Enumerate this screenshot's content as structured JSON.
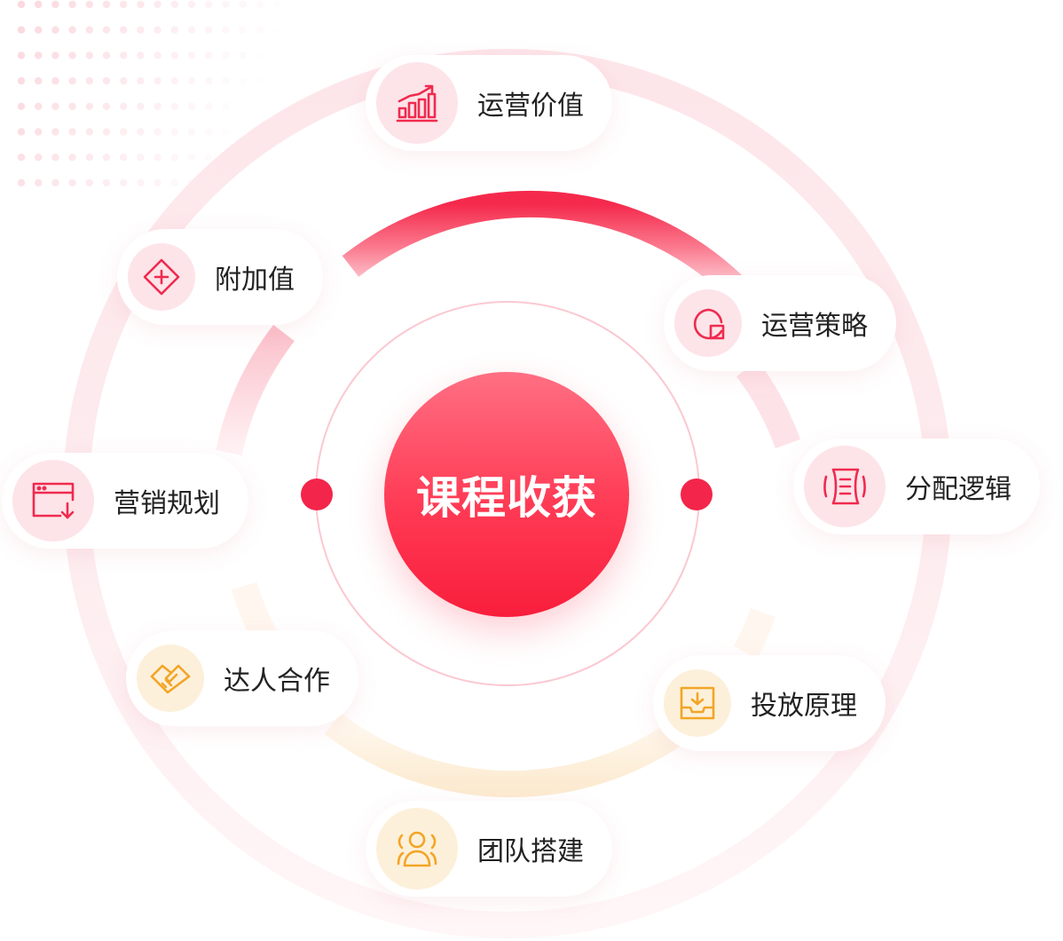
{
  "center": {
    "title": "课程收获"
  },
  "nodes": [
    {
      "id": "yunying-jiazhi",
      "label": "运营价值",
      "icon": "bar-chart-trend-icon",
      "tone": "pink"
    },
    {
      "id": "fujiazhi",
      "label": "附加值",
      "icon": "diamond-plus-icon",
      "tone": "pink"
    },
    {
      "id": "yunying-celue",
      "label": "运营策略",
      "icon": "pie-square-icon",
      "tone": "pink"
    },
    {
      "id": "yingxiao-guihua",
      "label": "营销规划",
      "icon": "browser-download-icon",
      "tone": "pink"
    },
    {
      "id": "fenpei-luoji",
      "label": "分配逻辑",
      "icon": "scroll-list-icon",
      "tone": "pink"
    },
    {
      "id": "daren-hezuo",
      "label": "达人合作",
      "icon": "handshake-icon",
      "tone": "yellow"
    },
    {
      "id": "toufang-yuanli",
      "label": "投放原理",
      "icon": "inbox-download-icon",
      "tone": "yellow"
    },
    {
      "id": "tuandui-dajian",
      "label": "团队搭建",
      "icon": "team-users-icon",
      "tone": "yellow"
    }
  ],
  "colors": {
    "accent": "#f3254a",
    "pink_soft": "#fde4e8",
    "yellow_soft": "#fdf0da",
    "icon_pink": "#f02a4f",
    "icon_yellow": "#f2a526"
  }
}
